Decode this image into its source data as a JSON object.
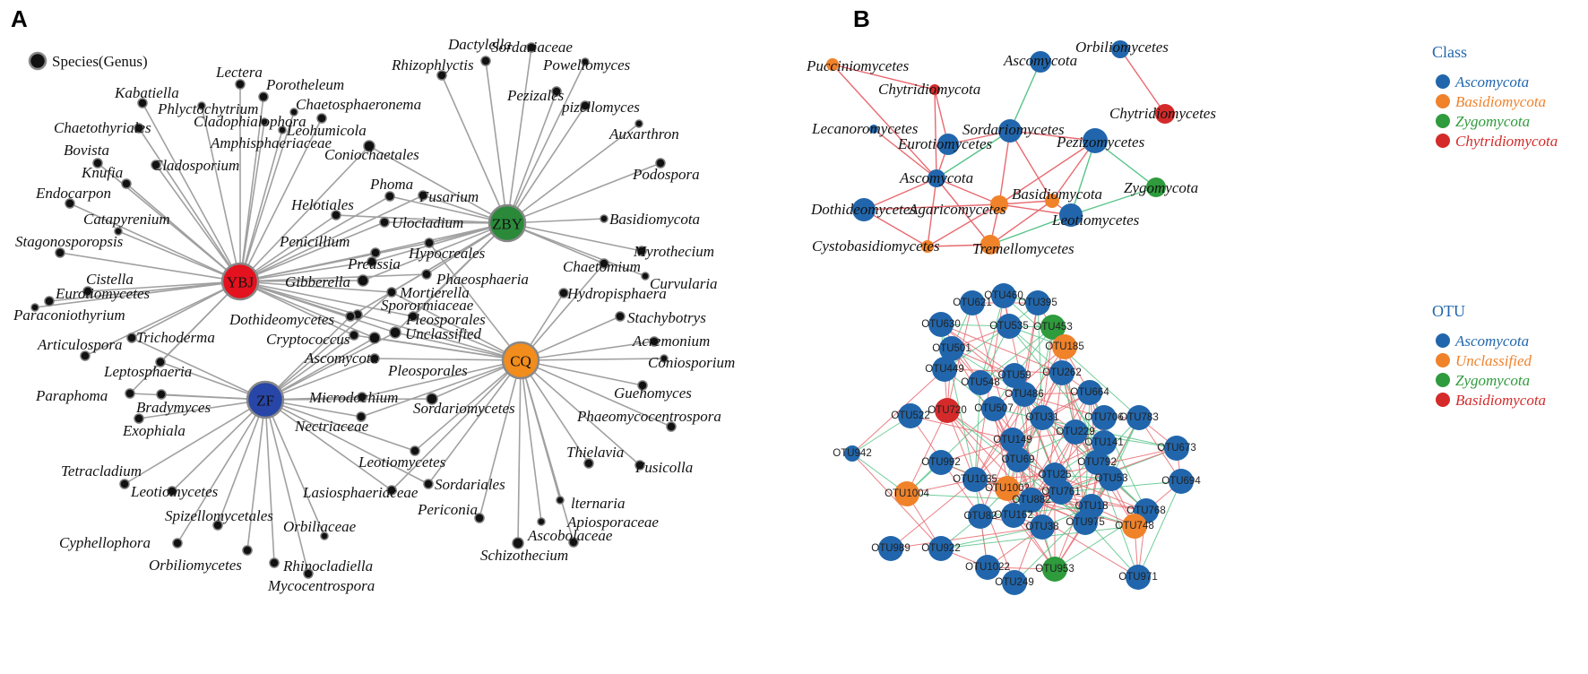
{
  "panels": {
    "a": "A",
    "b": "B"
  },
  "species_legend": "Species(Genus)",
  "colors": {
    "ascomycota": "#2166ac",
    "basidiomycota": "#f0822a",
    "zygomycota": "#2e9b3c",
    "chytridiomycota": "#d42a2a",
    "unclassified": "#f0822a",
    "otu_basidiomycota": "#d42a2a",
    "edge_pos": "#e8696f",
    "edge_neg": "#59c48a",
    "edge_gray": "#a0a0a0",
    "hub_ybj": "#e3121e",
    "hub_zby": "#2a8a3a",
    "hub_cq": "#f28c1c",
    "hub_zf": "#2846a8"
  },
  "legend_class": {
    "title": "Class",
    "items": [
      {
        "label": "Ascomycota",
        "color": "#2166ac"
      },
      {
        "label": "Basidiomycota",
        "color": "#f0822a"
      },
      {
        "label": "Zygomycota",
        "color": "#2e9b3c"
      },
      {
        "label": "Chytridiomycota",
        "color": "#d42a2a"
      }
    ]
  },
  "legend_otu": {
    "title": "OTU",
    "items": [
      {
        "label": "Ascomycota",
        "color": "#2166ac"
      },
      {
        "label": "Unclassified",
        "color": "#f0822a"
      },
      {
        "label": "Zygomycota",
        "color": "#2e9b3c"
      },
      {
        "label": "Basidiomycota",
        "color": "#d42a2a"
      }
    ]
  },
  "hubs": [
    {
      "id": "YBJ",
      "label": "YBJ",
      "color": "#e3121e"
    },
    {
      "id": "ZBY",
      "label": "ZBY",
      "color": "#2a8a3a"
    },
    {
      "id": "CQ",
      "label": "CQ",
      "color": "#f28c1c"
    },
    {
      "id": "ZF",
      "label": "ZF",
      "color": "#2846a8"
    }
  ],
  "species": [
    {
      "label": "Dactylella",
      "hubs": [
        "ZBY"
      ]
    },
    {
      "label": "Sordariaceae",
      "hubs": [
        "ZBY"
      ]
    },
    {
      "label": "Rhizophlyctis",
      "hubs": [
        "ZBY"
      ]
    },
    {
      "label": "Powellomyces",
      "hubs": [
        "ZBY"
      ]
    },
    {
      "label": "Pezizales",
      "hubs": [
        "ZBY"
      ]
    },
    {
      "label": "pizellomyces",
      "hubs": [
        "ZBY"
      ]
    },
    {
      "label": "Auxarthron",
      "hubs": [
        "ZBY"
      ]
    },
    {
      "label": "Podospora",
      "hubs": [
        "ZBY"
      ]
    },
    {
      "label": "Basidiomycota",
      "hubs": [
        "ZBY"
      ]
    },
    {
      "label": "Myrothecium",
      "hubs": [
        "ZBY"
      ]
    },
    {
      "label": "Chaetomium",
      "hubs": [
        "ZBY",
        "CQ"
      ]
    },
    {
      "label": "Curvularia",
      "hubs": [
        "ZBY"
      ]
    },
    {
      "label": "Hydropisphaera",
      "hubs": [
        "CQ"
      ]
    },
    {
      "label": "Stachybotrys",
      "hubs": [
        "CQ"
      ]
    },
    {
      "label": "Acremonium",
      "hubs": [
        "CQ"
      ]
    },
    {
      "label": "Coniosporium",
      "hubs": [
        "CQ"
      ]
    },
    {
      "label": "Guehomyces",
      "hubs": [
        "CQ"
      ]
    },
    {
      "label": "Phaeomycocentrospora",
      "hubs": [
        "CQ"
      ]
    },
    {
      "label": "Thielavia",
      "hubs": [
        "CQ"
      ]
    },
    {
      "label": "Fusicolla",
      "hubs": [
        "CQ"
      ]
    },
    {
      "label": "lternaria",
      "hubs": [
        "CQ"
      ]
    },
    {
      "label": "Apiosporaceae",
      "hubs": [
        "CQ"
      ]
    },
    {
      "label": "Ascobolaceae",
      "hubs": [
        "CQ"
      ]
    },
    {
      "label": "Periconia",
      "hubs": [
        "CQ"
      ]
    },
    {
      "label": "Schizothecium",
      "hubs": [
        "CQ"
      ]
    },
    {
      "label": "Sordariales",
      "hubs": [
        "CQ",
        "ZF"
      ]
    },
    {
      "label": "Leotiomycetes",
      "hubs": [
        "CQ",
        "ZF"
      ]
    },
    {
      "label": "Lasiosphaeriaceae",
      "hubs": [
        "CQ",
        "ZF"
      ]
    },
    {
      "label": "Sordariomycetes",
      "hubs": [
        "CQ",
        "ZF"
      ]
    },
    {
      "label": "Nectriaceae",
      "hubs": [
        "ZF",
        "CQ"
      ]
    },
    {
      "label": "Microdochium",
      "hubs": [
        "ZF",
        "CQ"
      ]
    },
    {
      "label": "Pleosporales",
      "hubs": [
        "ZF",
        "CQ"
      ]
    },
    {
      "label": "Ascomycota",
      "hubs": [
        "YBJ",
        "ZF",
        "CQ"
      ]
    },
    {
      "label": "Unclassified",
      "hubs": [
        "YBJ",
        "ZBY",
        "CQ",
        "ZF"
      ]
    },
    {
      "label": "Cryptococcus",
      "hubs": [
        "YBJ",
        "CQ",
        "ZF"
      ]
    },
    {
      "label": "Pleosporales",
      "hubs": [
        "YBJ",
        "ZBY",
        "CQ"
      ]
    },
    {
      "label": "Sporormiaceae",
      "hubs": [
        "YBJ",
        "CQ"
      ]
    },
    {
      "label": "Dothideomycetes",
      "hubs": [
        "YBJ",
        "ZBY",
        "ZF"
      ]
    },
    {
      "label": "Mortierella",
      "hubs": [
        "YBJ",
        "ZBY",
        "CQ",
        "ZF"
      ]
    },
    {
      "label": "Phaeosphaeria",
      "hubs": [
        "ZBY",
        "YBJ"
      ]
    },
    {
      "label": "Gibberella",
      "hubs": [
        "YBJ",
        "ZBY"
      ]
    },
    {
      "label": "Preussia",
      "hubs": [
        "YBJ",
        "ZBY"
      ]
    },
    {
      "label": "Hypocreales",
      "hubs": [
        "YBJ",
        "ZBY",
        "CQ"
      ]
    },
    {
      "label": "Penicillium",
      "hubs": [
        "YBJ",
        "ZBY"
      ]
    },
    {
      "label": "Ulocladium",
      "hubs": [
        "YBJ",
        "ZBY"
      ]
    },
    {
      "label": "Helotiales",
      "hubs": [
        "YBJ",
        "ZBY"
      ]
    },
    {
      "label": "Phoma",
      "hubs": [
        "YBJ",
        "ZBY"
      ]
    },
    {
      "label": "Fusarium",
      "hubs": [
        "YBJ",
        "ZBY"
      ]
    },
    {
      "label": "Coniochaetales",
      "hubs": [
        "YBJ",
        "ZBY"
      ]
    },
    {
      "label": "Leohumicola",
      "hubs": [
        "YBJ"
      ]
    },
    {
      "label": "Chaetosphaeronema",
      "hubs": [
        "YBJ"
      ]
    },
    {
      "label": "Porotheleum",
      "hubs": [
        "YBJ"
      ]
    },
    {
      "label": "Lectera",
      "hubs": [
        "YBJ"
      ]
    },
    {
      "label": "Amphisphaeriaceae",
      "hubs": [
        "YBJ"
      ]
    },
    {
      "label": "Cladophialophora",
      "hubs": [
        "YBJ"
      ]
    },
    {
      "label": "Phlyctochytrium",
      "hubs": [
        "YBJ"
      ]
    },
    {
      "label": "Kabatiella",
      "hubs": [
        "YBJ"
      ]
    },
    {
      "label": "Chaetothyriales",
      "hubs": [
        "YBJ"
      ]
    },
    {
      "label": "Cladosporium",
      "hubs": [
        "YBJ"
      ]
    },
    {
      "label": "Bovista",
      "hubs": [
        "YBJ"
      ]
    },
    {
      "label": "Knufia",
      "hubs": [
        "YBJ"
      ]
    },
    {
      "label": "Endocarpon",
      "hubs": [
        "YBJ"
      ]
    },
    {
      "label": "Catapyrenium",
      "hubs": [
        "YBJ"
      ]
    },
    {
      "label": "Stagonosporopsis",
      "hubs": [
        "YBJ"
      ]
    },
    {
      "label": "Cistella",
      "hubs": [
        "YBJ"
      ]
    },
    {
      "label": "Eurotiomycetes",
      "hubs": [
        "YBJ"
      ]
    },
    {
      "label": "Paraconiothyrium",
      "hubs": [
        "YBJ"
      ]
    },
    {
      "label": "Articulospora",
      "hubs": [
        "YBJ"
      ]
    },
    {
      "label": "Trichoderma",
      "hubs": [
        "YBJ",
        "ZF"
      ]
    },
    {
      "label": "Leptosphaeria",
      "hubs": [
        "YBJ",
        "ZF"
      ]
    },
    {
      "label": "Paraphoma",
      "hubs": [
        "ZF",
        "YBJ"
      ]
    },
    {
      "label": "Bradymyces",
      "hubs": [
        "ZF"
      ]
    },
    {
      "label": "Exophiala",
      "hubs": [
        "ZF"
      ]
    },
    {
      "label": "Tetracladium",
      "hubs": [
        "ZF"
      ]
    },
    {
      "label": "Leotiomycetes",
      "hubs": [
        "ZF"
      ]
    },
    {
      "label": "Spizellomycetales",
      "hubs": [
        "ZF"
      ]
    },
    {
      "label": "Orbiliaceae",
      "hubs": [
        "ZF"
      ]
    },
    {
      "label": "Cyphellophora",
      "hubs": [
        "ZF"
      ]
    },
    {
      "label": "Orbiliomycetes",
      "hubs": [
        "ZF"
      ]
    },
    {
      "label": "Rhinocladiella",
      "hubs": [
        "ZF"
      ]
    },
    {
      "label": "Mycocentrospora",
      "hubs": [
        "ZF"
      ]
    }
  ],
  "class_nodes": [
    {
      "id": "Pucciniomycetes",
      "label": "Pucciniomycetes",
      "phylum": "basidiomycota"
    },
    {
      "id": "Ascomycota",
      "label": "Ascomycota",
      "phylum": "ascomycota"
    },
    {
      "id": "Orbiliomycetes",
      "label": "Orbiliomycetes",
      "phylum": "ascomycota"
    },
    {
      "id": "Chytridiomycota",
      "label": "Chytridiomycota",
      "phylum": "chytridiomycota"
    },
    {
      "id": "Chytridiomycetes",
      "label": "Chytridiomycetes",
      "phylum": "chytridiomycota"
    },
    {
      "id": "Lecanoromycetes",
      "label": "Lecanoromycetes",
      "phylum": "ascomycota"
    },
    {
      "id": "Sordariomycetes",
      "label": "Sordariomycetes",
      "phylum": "ascomycota"
    },
    {
      "id": "Eurotiomycetes",
      "label": "Eurotiomycetes",
      "phylum": "ascomycota"
    },
    {
      "id": "Pezizomycetes",
      "label": "Pezizomycetes",
      "phylum": "ascomycota"
    },
    {
      "id": "Ascomycota2",
      "label": "Ascomycota",
      "phylum": "ascomycota"
    },
    {
      "id": "Basidiomycota",
      "label": "Basidiomycota",
      "phylum": "basidiomycota"
    },
    {
      "id": "Zygomycota",
      "label": "Zygomycota",
      "phylum": "zygomycota"
    },
    {
      "id": "Dothideomycetes",
      "label": "Dothideomycetes",
      "phylum": "ascomycota"
    },
    {
      "id": "Agaricomycetes",
      "label": "Agaricomycetes",
      "phylum": "basidiomycota"
    },
    {
      "id": "Leotiomycetes",
      "label": "Leotiomycetes",
      "phylum": "ascomycota"
    },
    {
      "id": "Cystobasidiomycetes",
      "label": "Cystobasidiomycetes",
      "phylum": "basidiomycota"
    },
    {
      "id": "Tremellomycetes",
      "label": "Tremellomycetes",
      "phylum": "basidiomycota"
    }
  ],
  "class_edges": [
    [
      "Pucciniomycetes",
      "Ascomycota2",
      "pos"
    ],
    [
      "Pucciniomycetes",
      "Chytridiomycota",
      "pos"
    ],
    [
      "Ascomycota",
      "Sordariomycetes",
      "neg"
    ],
    [
      "Orbiliomycetes",
      "Chytridiomycetes",
      "pos"
    ],
    [
      "Chytridiomycota",
      "Eurotiomycetes",
      "pos"
    ],
    [
      "Chytridiomycota",
      "Ascomycota2",
      "pos"
    ],
    [
      "Sordariomycetes",
      "Eurotiomycetes",
      "pos"
    ],
    [
      "Sordariomycetes",
      "Pezizomycetes",
      "pos"
    ],
    [
      "Sordariomycetes",
      "Ascomycota2",
      "neg"
    ],
    [
      "Sordariomycetes",
      "Agaricomycetes",
      "pos"
    ],
    [
      "Sordariomycetes",
      "Basidiomycota",
      "pos"
    ],
    [
      "Eurotiomycetes",
      "Ascomycota2",
      "pos"
    ],
    [
      "Pezizomycetes",
      "Zygomycota",
      "neg"
    ],
    [
      "Pezizomycetes",
      "Leotiomycetes",
      "neg"
    ],
    [
      "Pezizomycetes",
      "Agaricomycetes",
      "pos"
    ],
    [
      "Pezizomycetes",
      "Basidiomycota",
      "pos"
    ],
    [
      "Ascomycota2",
      "Dothideomycetes",
      "pos"
    ],
    [
      "Ascomycota2",
      "Agaricomycetes",
      "pos"
    ],
    [
      "Ascomycota2",
      "Cystobasidiomycetes",
      "pos"
    ],
    [
      "Ascomycota2",
      "Tremellomycetes",
      "pos"
    ],
    [
      "Basidiomycota",
      "Agaricomycetes",
      "pos"
    ],
    [
      "Basidiomycota",
      "Leotiomycetes",
      "pos"
    ],
    [
      "Basidiomycota",
      "Tremellomycetes",
      "pos"
    ],
    [
      "Zygomycota",
      "Leotiomycetes",
      "neg"
    ],
    [
      "Dothideomycetes",
      "Agaricomycetes",
      "pos"
    ],
    [
      "Dothideomycetes",
      "Cystobasidiomycetes",
      "pos"
    ],
    [
      "Agaricomycetes",
      "Cystobasidiomycetes",
      "pos"
    ],
    [
      "Agaricomycetes",
      "Tremellomycetes",
      "pos"
    ],
    [
      "Agaricomycetes",
      "Leotiomycetes",
      "pos"
    ],
    [
      "Cystobasidiomycetes",
      "Tremellomycetes",
      "pos"
    ],
    [
      "Lecanoromycetes",
      "Ascomycota2",
      "pos"
    ],
    [
      "Leotiomycetes",
      "Tremellomycetes",
      "neg"
    ]
  ],
  "otus": [
    {
      "id": "OTU621",
      "type": "ascomycota"
    },
    {
      "id": "OTU460",
      "type": "ascomycota"
    },
    {
      "id": "OTU395",
      "type": "ascomycota"
    },
    {
      "id": "OTU630",
      "type": "ascomycota"
    },
    {
      "id": "OTU535",
      "type": "ascomycota"
    },
    {
      "id": "OTU453",
      "type": "zygomycota"
    },
    {
      "id": "OTU185",
      "type": "unclassified"
    },
    {
      "id": "OTU501",
      "type": "ascomycota"
    },
    {
      "id": "OTU449",
      "type": "ascomycota"
    },
    {
      "id": "OTU59",
      "type": "ascomycota"
    },
    {
      "id": "OTU262",
      "type": "ascomycota"
    },
    {
      "id": "OTU548",
      "type": "ascomycota"
    },
    {
      "id": "OTU486",
      "type": "ascomycota"
    },
    {
      "id": "OTU664",
      "type": "ascomycota"
    },
    {
      "id": "OTU522",
      "type": "ascomycota"
    },
    {
      "id": "OTU720",
      "type": "otu_basidiomycota"
    },
    {
      "id": "OTU507",
      "type": "ascomycota"
    },
    {
      "id": "OTU31",
      "type": "ascomycota"
    },
    {
      "id": "OTU706",
      "type": "ascomycota"
    },
    {
      "id": "OTU783",
      "type": "ascomycota"
    },
    {
      "id": "OTU229",
      "type": "ascomycota"
    },
    {
      "id": "OTU149",
      "type": "ascomycota"
    },
    {
      "id": "OTU141",
      "type": "ascomycota"
    },
    {
      "id": "OTU942",
      "type": "ascomycota"
    },
    {
      "id": "OTU992",
      "type": "ascomycota"
    },
    {
      "id": "OTU69",
      "type": "ascomycota"
    },
    {
      "id": "OTU792",
      "type": "ascomycota"
    },
    {
      "id": "OTU673",
      "type": "ascomycota"
    },
    {
      "id": "OTU1035",
      "type": "ascomycota"
    },
    {
      "id": "OTU25",
      "type": "ascomycota"
    },
    {
      "id": "OTU53",
      "type": "ascomycota"
    },
    {
      "id": "OTU1004",
      "type": "unclassified"
    },
    {
      "id": "OTU1002",
      "type": "unclassified"
    },
    {
      "id": "OTU761",
      "type": "ascomycota"
    },
    {
      "id": "OTU694",
      "type": "ascomycota"
    },
    {
      "id": "OTU882",
      "type": "ascomycota"
    },
    {
      "id": "OTU18",
      "type": "ascomycota"
    },
    {
      "id": "OTU82",
      "type": "ascomycota"
    },
    {
      "id": "OTU162",
      "type": "ascomycota"
    },
    {
      "id": "OTU768",
      "type": "ascomycota"
    },
    {
      "id": "OTU38",
      "type": "ascomycota"
    },
    {
      "id": "OTU975",
      "type": "ascomycota"
    },
    {
      "id": "OTU748",
      "type": "unclassified"
    },
    {
      "id": "OTU989",
      "type": "ascomycota"
    },
    {
      "id": "OTU922",
      "type": "ascomycota"
    },
    {
      "id": "OTU1022",
      "type": "ascomycota"
    },
    {
      "id": "OTU953",
      "type": "zygomycota"
    },
    {
      "id": "OTU249",
      "type": "ascomycota"
    },
    {
      "id": "OTU971",
      "type": "ascomycota"
    }
  ]
}
